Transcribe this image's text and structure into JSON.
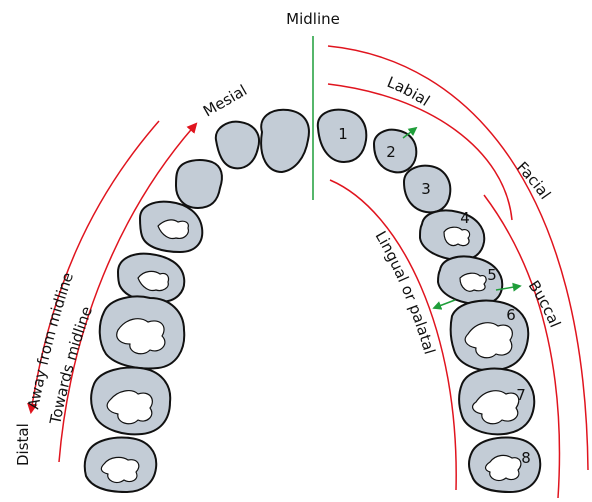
{
  "labels": {
    "midline": "Midline",
    "mesial": "Mesial",
    "distal": "Distal",
    "away_from_midline": "Away from midline",
    "towards_midline": "Towards midline",
    "labial": "Labial",
    "facial": "Facial",
    "buccal": "Buccal",
    "lingual_or_palatal": "Lingual or palatal"
  },
  "tooth_numbers": [
    "1",
    "2",
    "3",
    "4",
    "5",
    "6",
    "7",
    "8"
  ],
  "colors": {
    "red_lines": "#e0141e",
    "green_lines": "#1f9e3a",
    "tooth_fill": "#c3ccd6",
    "outline": "#111111"
  }
}
